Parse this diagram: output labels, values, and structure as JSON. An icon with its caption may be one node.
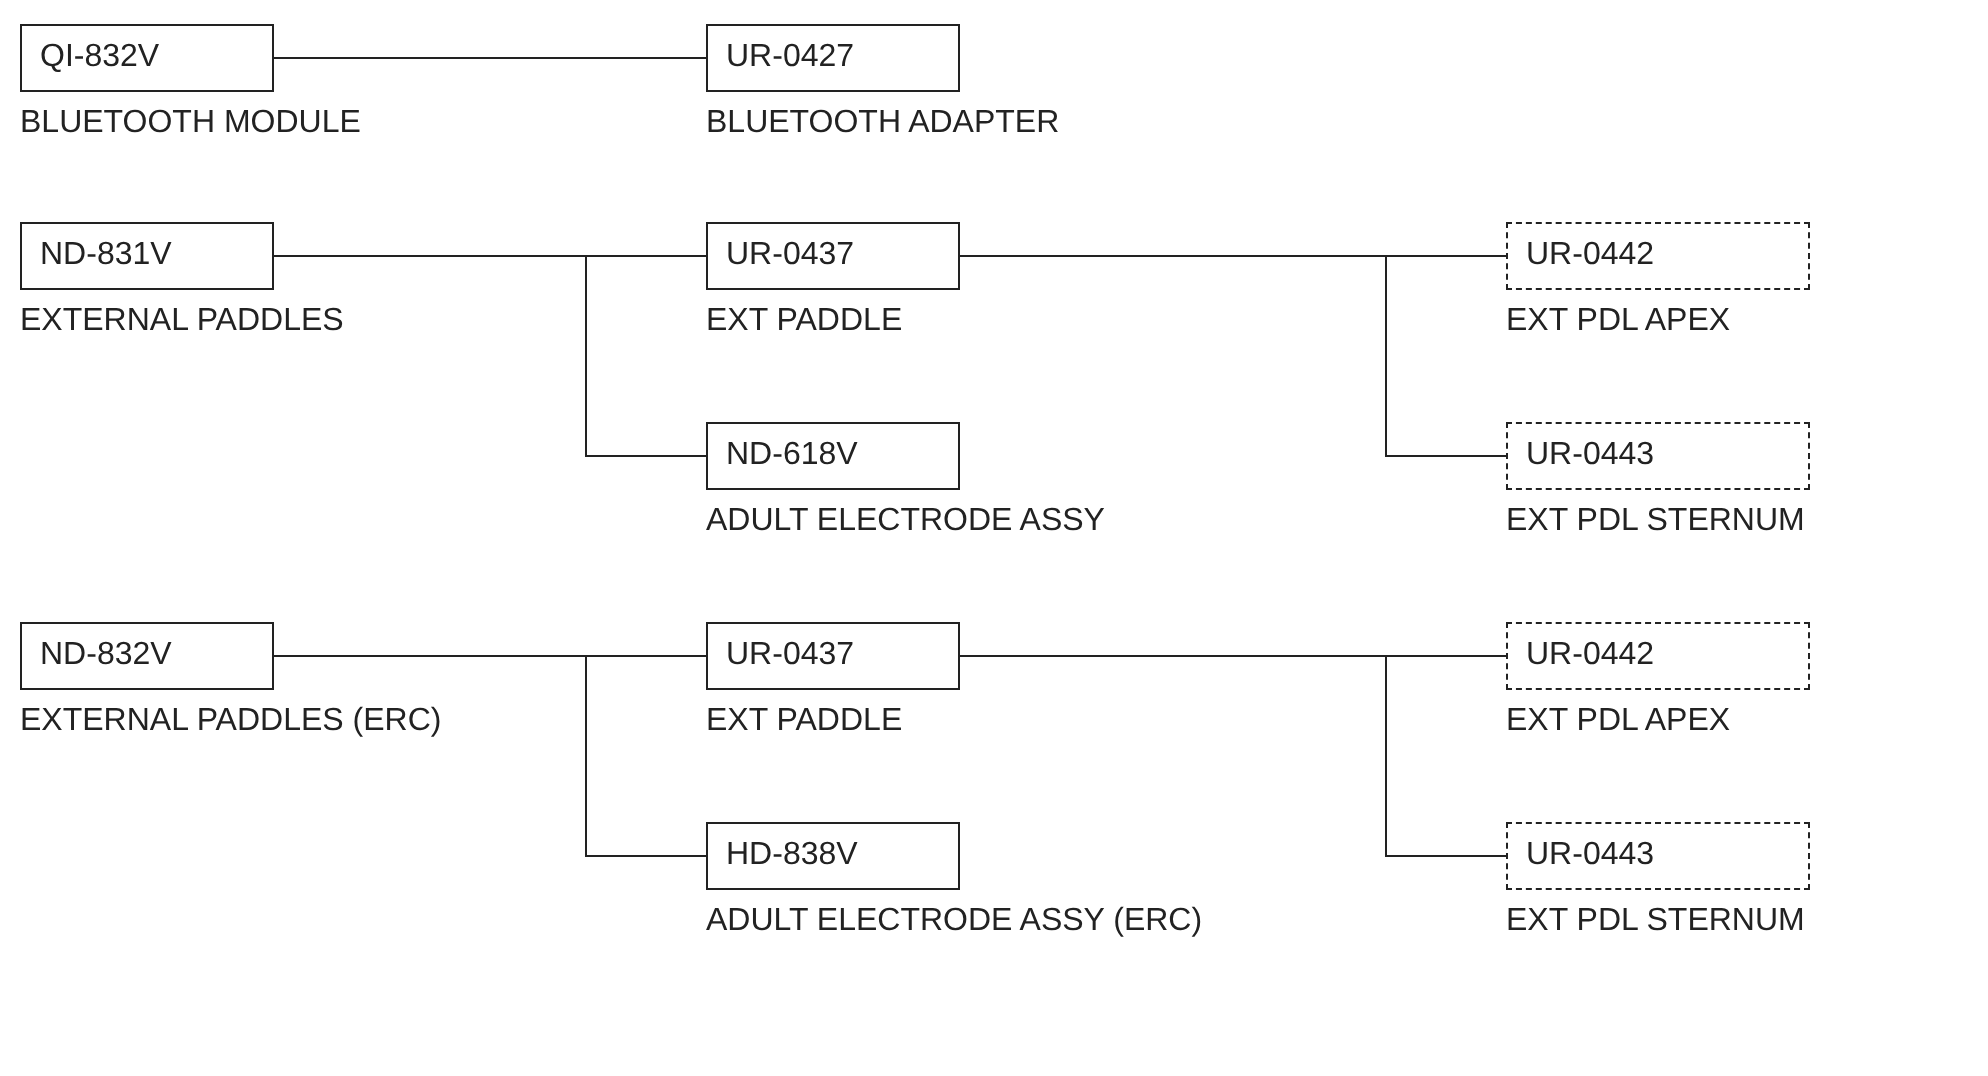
{
  "diagram": {
    "nodes": [
      {
        "text": [
          "QI-832V"
        ],
        "beside": [
          "BLUETOOTH MODULE"
        ]
      },
      {
        "text": [
          "UR-0427"
        ],
        "beside": [
          "BLUETOOTH ADAPTER"
        ]
      },
      {
        "text": [
          "ND-831V"
        ],
        "beside": [
          "EXTERNAL PADDLES"
        ]
      },
      {
        "text": [
          "UR-0437"
        ],
        "beside": [
          "EXT PADDLE"
        ]
      },
      {
        "text": [
          "ND-618V"
        ],
        "beside": [
          "ADULT ELECTRODE ASSY"
        ]
      },
      {
        "text": [
          "UR-0442"
        ],
        "beside": [
          "EXT PDL APEX"
        ]
      },
      {
        "text": [
          "UR-0443"
        ],
        "beside": [
          "EXT PDL STERNUM"
        ]
      },
      {
        "text": [
          "ND-832V"
        ],
        "beside": [
          "EXTERNAL PADDLES (ERC)"
        ]
      },
      {
        "text": [
          "UR-0437"
        ],
        "beside": [
          "EXT PADDLE"
        ]
      },
      {
        "text": [
          "HD-838V"
        ],
        "beside": [
          "ADULT ELECTRODE ASSY (ERC)"
        ]
      },
      {
        "text": [
          "UR-0442"
        ],
        "beside": [
          "EXT PDL APEX"
        ]
      },
      {
        "text": [
          "UR-0443"
        ],
        "beside": [
          "EXT PDL STERNUM"
        ]
      }
    ],
    "edges": [
      {
        "from": 0,
        "to": 1,
        "arrow": "none"
      },
      {
        "from": 2,
        "to": 3,
        "arrow": "none"
      },
      {
        "from": 2,
        "to": 4,
        "arrow": "none"
      },
      {
        "from": 3,
        "to": 5,
        "arrow": "none"
      },
      {
        "from": 3,
        "to": 6,
        "arrow": "none"
      },
      {
        "from": 7,
        "to": 8,
        "arrow": "none"
      },
      {
        "from": 7,
        "to": 9,
        "arrow": "none"
      },
      {
        "from": 8,
        "to": 10,
        "arrow": "none"
      },
      {
        "from": 8,
        "to": 11,
        "arrow": "none"
      }
    ]
  }
}
